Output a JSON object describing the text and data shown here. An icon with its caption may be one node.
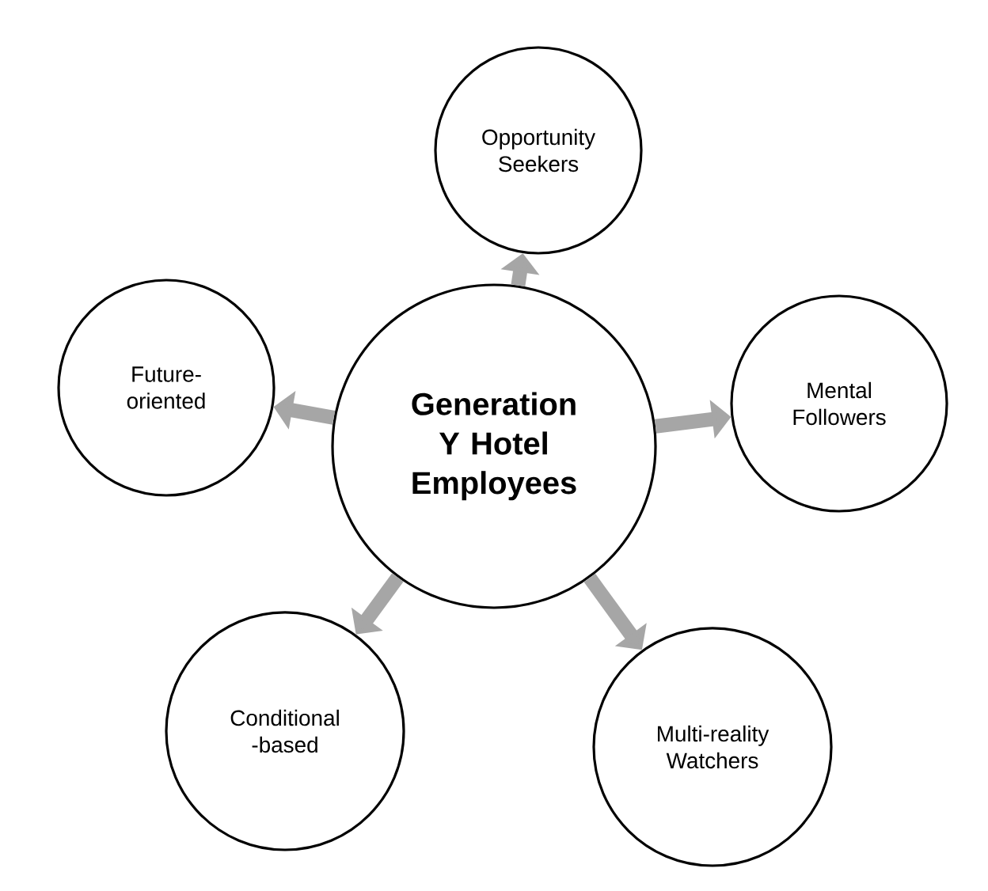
{
  "diagram": {
    "nodes": [
      {
        "text": [
          "Generation Y Hotel Employees"
        ]
      },
      {
        "text": [
          "Opportunity Seekers"
        ]
      },
      {
        "text": [
          "Future-oriented"
        ]
      },
      {
        "text": [
          "Mental Followers"
        ]
      },
      {
        "text": [
          "Conditional -based"
        ]
      },
      {
        "text": [
          "Multi-reality Watchers"
        ]
      }
    ],
    "edges": [
      {
        "from": 0,
        "to": 1,
        "arrow": "to"
      },
      {
        "from": 0,
        "to": 2,
        "arrow": "to"
      },
      {
        "from": 0,
        "to": 3,
        "arrow": "to"
      },
      {
        "from": 0,
        "to": 4,
        "arrow": "to"
      },
      {
        "from": 0,
        "to": 5,
        "arrow": "to"
      }
    ]
  }
}
